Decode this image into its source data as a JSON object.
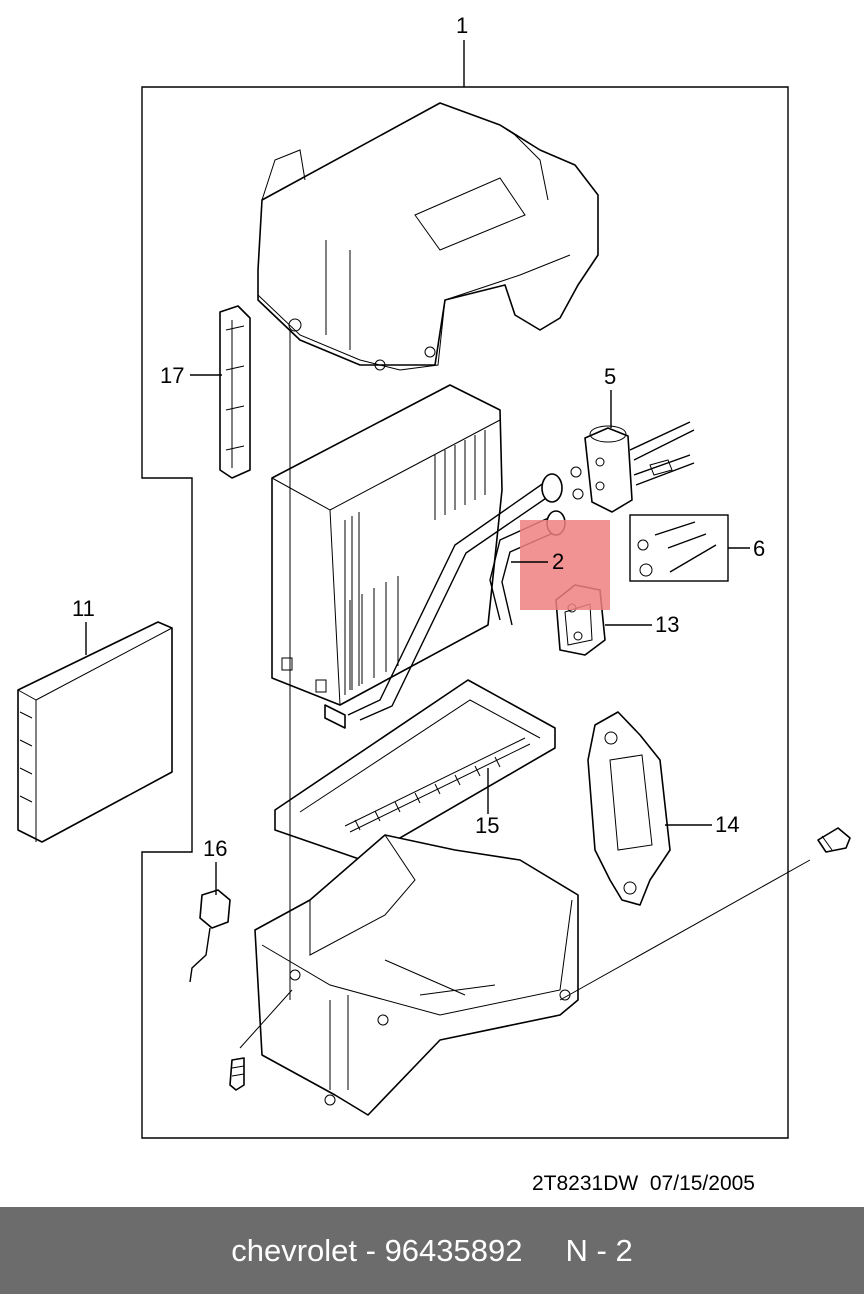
{
  "callouts": {
    "c1": "1",
    "c2": "2",
    "c5": "5",
    "c6": "6",
    "c11": "11",
    "c13": "13",
    "c14": "14",
    "c15": "15",
    "c16": "16",
    "c17": "17"
  },
  "diagram_ref": "2T8231DW  07/15/2005",
  "highlight_color": "#f08080",
  "footer": {
    "text": "chevrolet - 96435892     N - 2",
    "bar_color": "#6c6c6c"
  }
}
